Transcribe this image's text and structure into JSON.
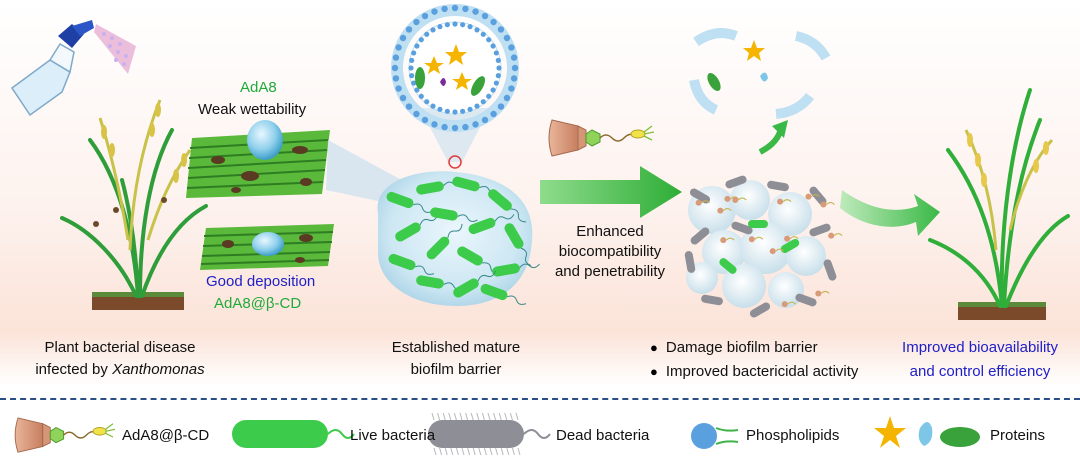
{
  "texts": {
    "adA8_top": "AdA8",
    "weak_wettability": "Weak wettability",
    "good_deposition": "Good deposition",
    "adA8_bcd_left": "AdA8@β-CD",
    "plant_disease_line1": "Plant bacterial disease",
    "plant_disease_line2_prefix": "infected by ",
    "plant_disease_line2_italic": "Xanthomonas",
    "biofilm_line1": "Established mature",
    "biofilm_line2": "biofilm barrier",
    "enhanced_line1": "Enhanced",
    "enhanced_line2": "biocompatibility",
    "enhanced_line3": "and penetrability",
    "damage": "Damage biofilm barrier",
    "improved_bactericidal": "Improved bactericidal activity",
    "bioavail_line1": "Improved bioavailability",
    "bioavail_line2": "and control efficiency"
  },
  "legend": {
    "adA8_bcd": "AdA8@β-CD",
    "live_bacteria": "Live bacteria",
    "dead_bacteria": "Dead bacteria",
    "phospholipids": "Phospholipids",
    "proteins": "Proteins"
  },
  "colors": {
    "bacteria_green": "#3ccb4a",
    "dead_gray": "#8e8e96",
    "arrow_green": "#33bb3a",
    "title_green": "#1faa3a",
    "accent_blue": "#2020c8",
    "divider_blue": "#2a4f86",
    "phospholipid_head": "#5aa0de",
    "star": "#f4b400"
  },
  "icons": [
    "spray-bottle-icon",
    "rice-plant-icon",
    "leaf-icon",
    "water-droplet-icon",
    "biofilm-icon",
    "liposome-icon",
    "cyclodextrin-icon",
    "arrow-icon",
    "star-icon"
  ]
}
